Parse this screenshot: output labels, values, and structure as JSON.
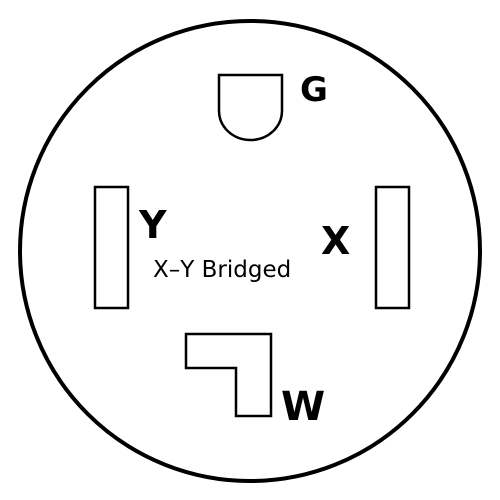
{
  "diagram": {
    "terminals": {
      "ground": "G",
      "hot_y": "Y",
      "hot_x": "X",
      "neutral": "W"
    },
    "note": "X–Y Bridged",
    "stroke_color": "#000000",
    "background_color": "#ffffff"
  }
}
